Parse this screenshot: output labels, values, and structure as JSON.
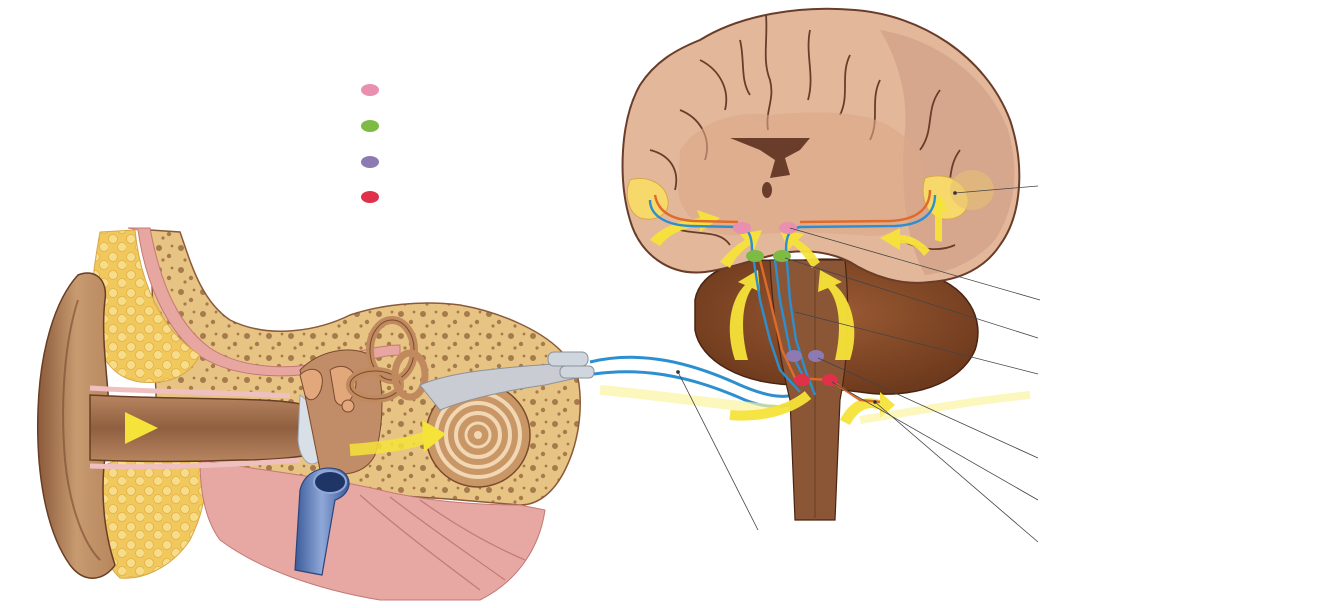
{
  "legend": {
    "items": [
      {
        "id": "pink",
        "color": "#e98fb0"
      },
      {
        "id": "green",
        "color": "#7dbb45"
      },
      {
        "id": "purple",
        "color": "#8d7ab3"
      },
      {
        "id": "red",
        "color": "#e0314a"
      }
    ]
  },
  "colors": {
    "skin": "#c99a6e",
    "skin_dark": "#a8774f",
    "bone": "#e9c98a",
    "fat": "#f3d06a",
    "canal": "#9c6a47",
    "cochlea": "#c99665",
    "cerebrum": "#e3b89a",
    "cerebrum_outline": "#6a3d2a",
    "cortex_dark": "#cf9a7d",
    "cerebellum": "#7a4424",
    "brainstem": "#8a5636",
    "arrow": "#f6e33a",
    "nerve_blue": "#2d8fd0",
    "nerve_orange": "#e06a2a",
    "vessel": "#5777b5",
    "leader": "#333333"
  },
  "icons": [
    "sound-arrow",
    "auditory-cortex",
    "medial-geniculate",
    "inferior-colliculus",
    "superior-olive",
    "cochlear-nucleus",
    "vestibulocochlear-nerve"
  ]
}
